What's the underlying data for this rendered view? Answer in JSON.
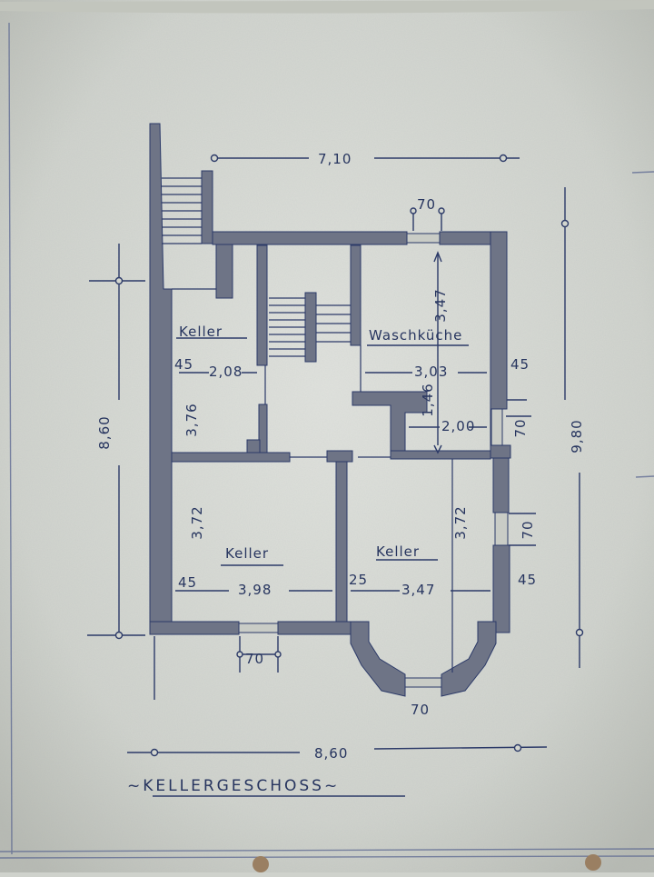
{
  "colors": {
    "paper": "#d3d6cf",
    "ink": "#2c3a68",
    "wall": "#6e7486"
  },
  "title": "~KELLERGESCHOSS~",
  "rooms": {
    "keller_top_left": "Keller",
    "waschkueche": "Waschküche",
    "keller_bottom_left": "Keller",
    "keller_bottom_right": "Keller"
  },
  "dimensions": {
    "top_width": "7,10",
    "bottom_width": "8,60",
    "right_height": "9,80",
    "left_height": "8,60",
    "top_opening": "70",
    "wk_depth": "3,47",
    "wk_width": "3,03",
    "wk_small_height": "1,46",
    "wk_small_width": "2,00",
    "kt_width": "2,08",
    "kt_depth": "3,76",
    "kt_wall": "45",
    "wk_wall": "45",
    "window_right_upper": "70",
    "window_right_lower": "70",
    "kbl_depth": "3,72",
    "kbl_width": "3,98",
    "kbl_wall": "45",
    "kbr_depth": "3,72",
    "kbr_width": "3,47",
    "kbr_wall_left": "25",
    "kbr_wall_right": "45",
    "bottom_window": "70",
    "bay_window": "70"
  }
}
